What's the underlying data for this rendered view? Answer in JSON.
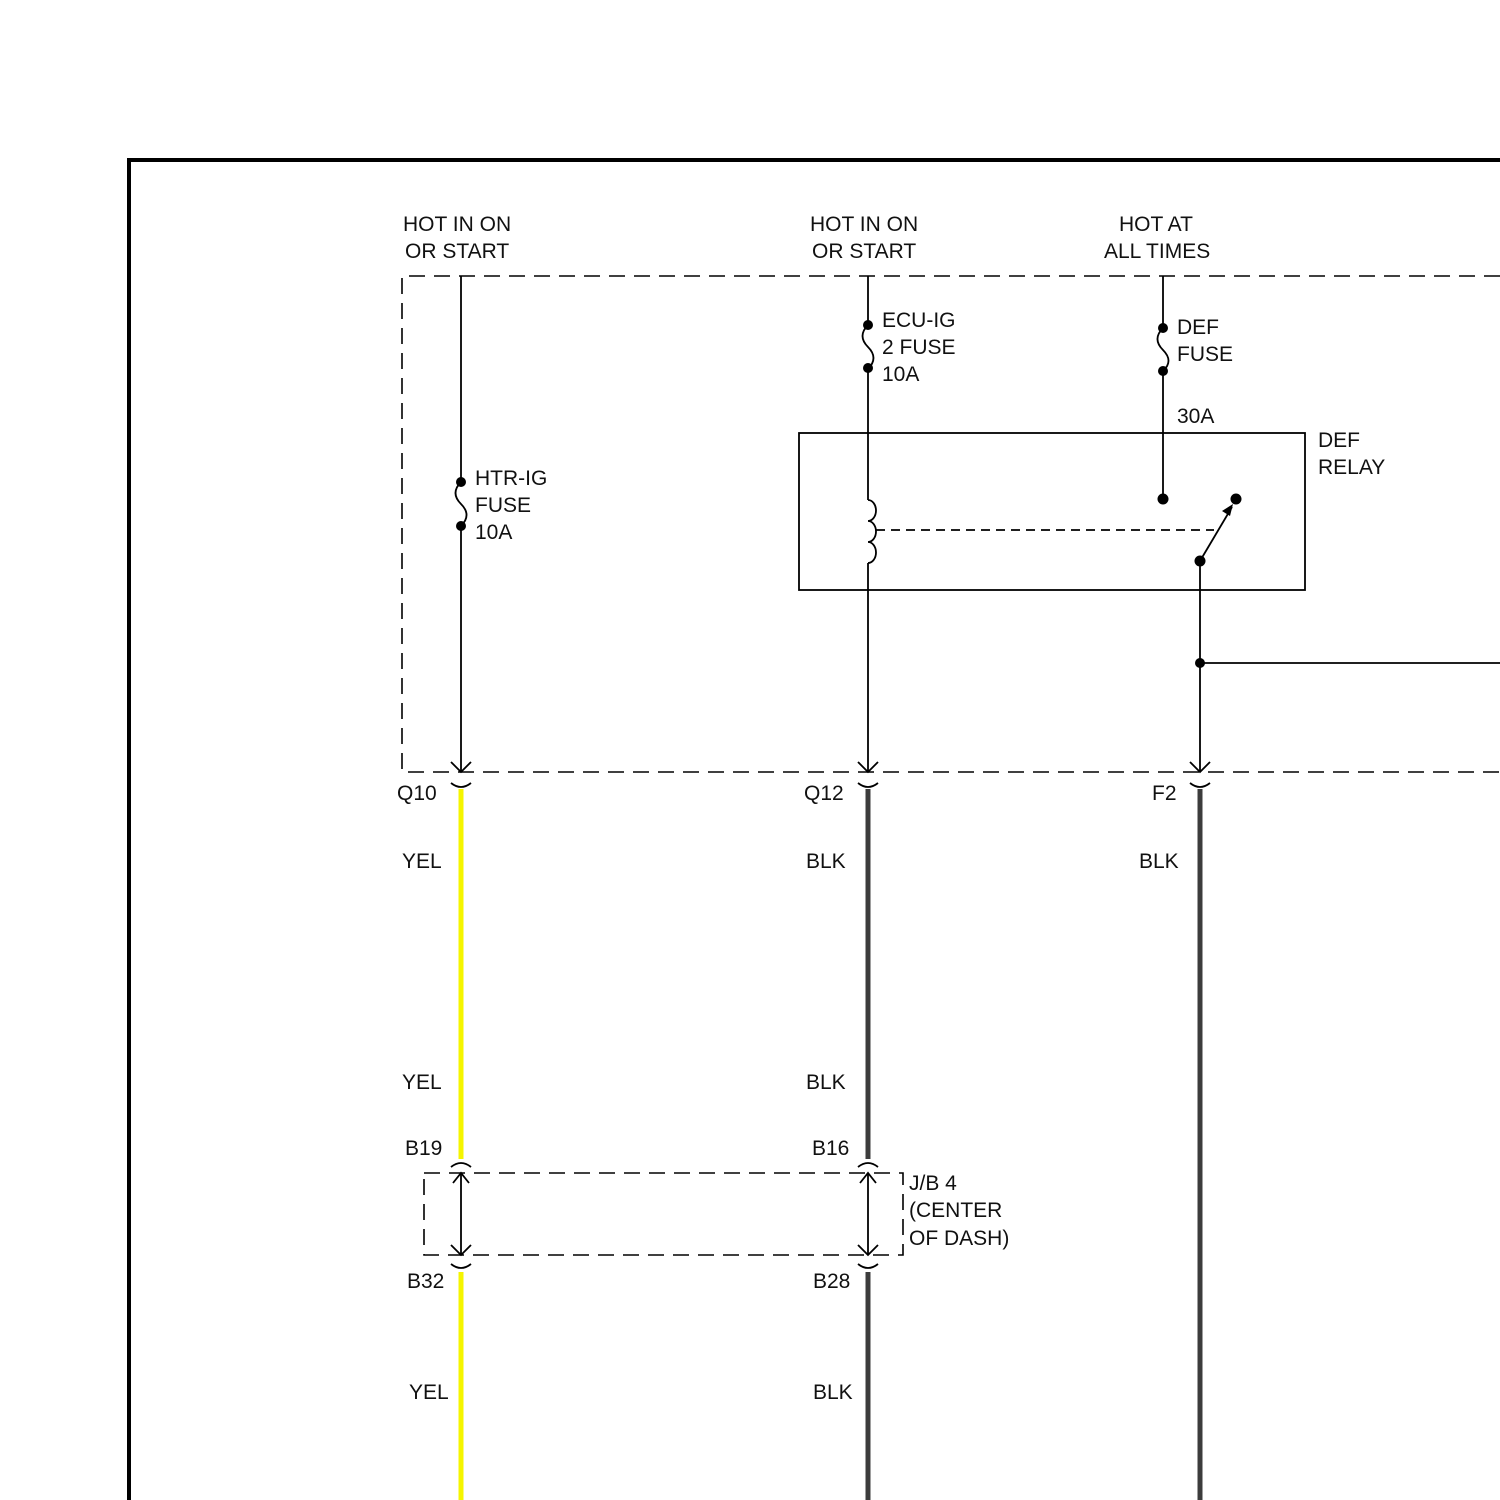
{
  "sources": {
    "htr": [
      "HOT IN ON",
      "OR START"
    ],
    "ecu": [
      "HOT IN ON",
      "OR START"
    ],
    "def": [
      "HOT AT",
      "ALL TIMES"
    ]
  },
  "fuses": {
    "htr": [
      "HTR-IG",
      "FUSE",
      "10A"
    ],
    "ecu": [
      "ECU-IG",
      "2 FUSE",
      "10A"
    ],
    "def": [
      "DEF",
      "FUSE"
    ],
    "def_rating": "30A"
  },
  "relay": [
    "DEF",
    "RELAY"
  ],
  "connectors": {
    "q10": "Q10",
    "q12": "Q12",
    "f2": "F2",
    "b19": "B19",
    "b16": "B16",
    "b32": "B32",
    "b28": "B28"
  },
  "wire_colors": {
    "yel": "YEL",
    "blk": "BLK"
  },
  "junction_block": [
    "J/B 4",
    "(CENTER",
    "OF DASH)"
  ],
  "colors": {
    "yel_wire": "#f5f500",
    "blk_wire": "#3c3c3c"
  }
}
